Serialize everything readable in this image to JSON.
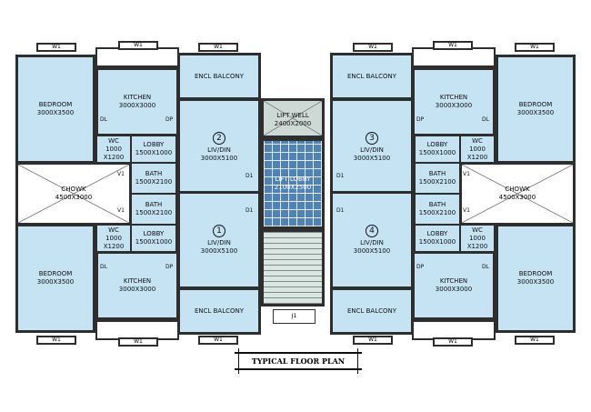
{
  "title": "TYPICAL FLOOR PLAN",
  "rooms": {
    "bedroom": {
      "name": "BEDROOM",
      "size": "3000X3500"
    },
    "kitchen": {
      "name": "KITCHEN",
      "size": "3000X3000"
    },
    "balcony": {
      "name": "ENCL BALCONY"
    },
    "livdin": {
      "name": "LIV/DIN",
      "size": "3000X5100"
    },
    "wc": {
      "name": "WC",
      "size": "1000",
      "size2": "X1200"
    },
    "lobby": {
      "name": "LOBBY",
      "size": "1500X1000"
    },
    "bath": {
      "name": "BATH",
      "size": "1500X2100"
    },
    "chowk": {
      "name": "CHOWK",
      "size": "4500X3000"
    }
  },
  "units": [
    {
      "number": "2"
    },
    {
      "number": "1"
    },
    {
      "number": "3"
    },
    {
      "number": "4"
    }
  ],
  "core": {
    "lift_well": {
      "name": "LIFT WELL",
      "size": "2400X2000"
    },
    "lift_lobby": {
      "name": "LIFT LOBBY",
      "size": "2100X2500"
    },
    "door": "J1"
  },
  "tags": {
    "window": "W1",
    "door_main": "D1",
    "door_kitchen": "DP",
    "door_bed": "DL",
    "vent": "V1"
  }
}
